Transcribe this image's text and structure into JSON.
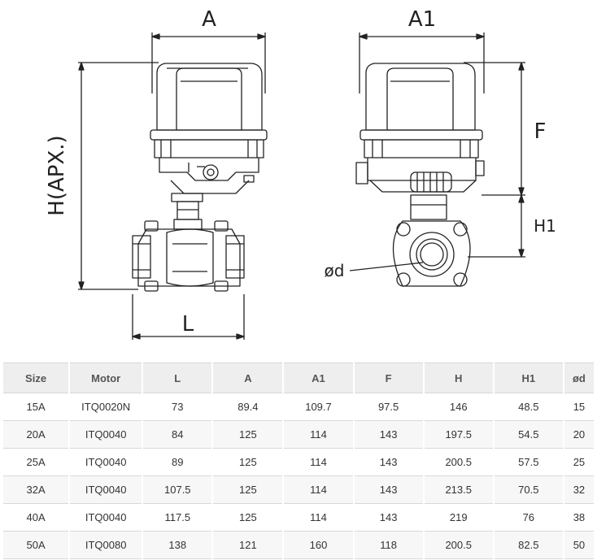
{
  "drawing": {
    "labels": {
      "A": "A",
      "A1": "A1",
      "H": "H(APX.)",
      "L": "L",
      "F": "F",
      "H1": "H1",
      "od": "ød"
    }
  },
  "table": {
    "headers": [
      "Size",
      "Motor",
      "L",
      "A",
      "A1",
      "F",
      "H",
      "H1",
      "ød"
    ],
    "rows": [
      [
        "15A",
        "ITQ0020N",
        "73",
        "89.4",
        "109.7",
        "97.5",
        "146",
        "48.5",
        "15"
      ],
      [
        "20A",
        "ITQ0040",
        "84",
        "125",
        "114",
        "143",
        "197.5",
        "54.5",
        "20"
      ],
      [
        "25A",
        "ITQ0040",
        "89",
        "125",
        "114",
        "143",
        "200.5",
        "57.5",
        "25"
      ],
      [
        "32A",
        "ITQ0040",
        "107.5",
        "125",
        "114",
        "143",
        "213.5",
        "70.5",
        "32"
      ],
      [
        "40A",
        "ITQ0040",
        "117.5",
        "125",
        "114",
        "143",
        "219",
        "76",
        "38"
      ],
      [
        "50A",
        "ITQ0080",
        "138",
        "121",
        "160",
        "118",
        "200.5",
        "82.5",
        "50"
      ]
    ]
  }
}
